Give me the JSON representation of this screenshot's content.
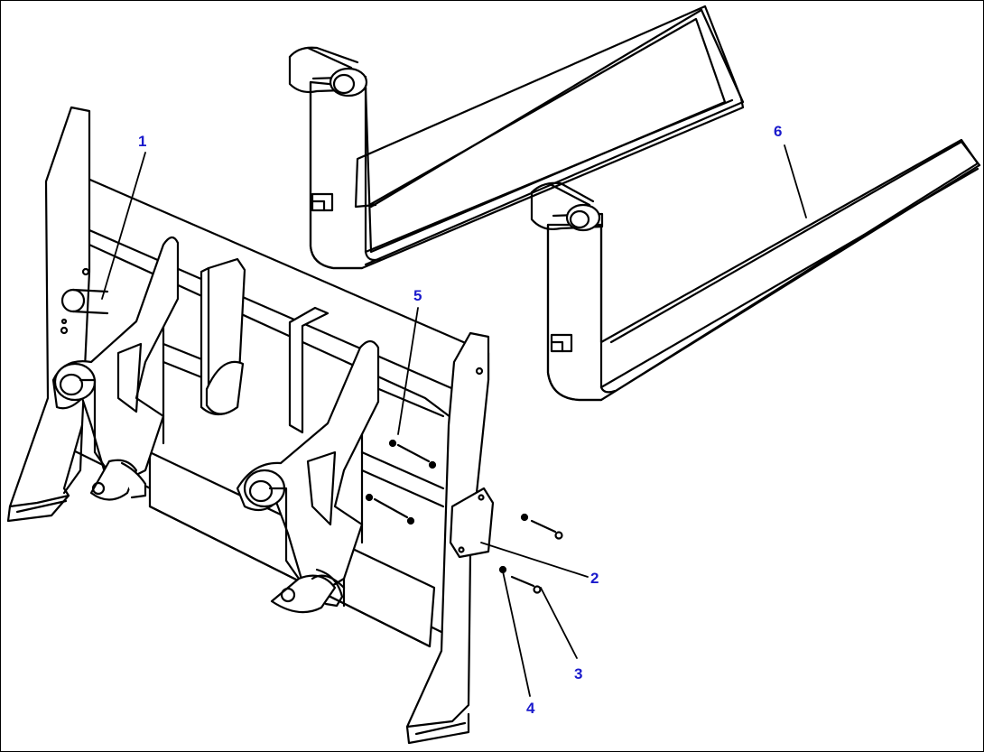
{
  "colors": {
    "line": "#000000",
    "fill": "#ffffff",
    "callout": "#1a1acc"
  },
  "callouts": {
    "c1": "1",
    "c2": "2",
    "c3": "3",
    "c4": "4",
    "c5": "5",
    "c6": "6"
  }
}
